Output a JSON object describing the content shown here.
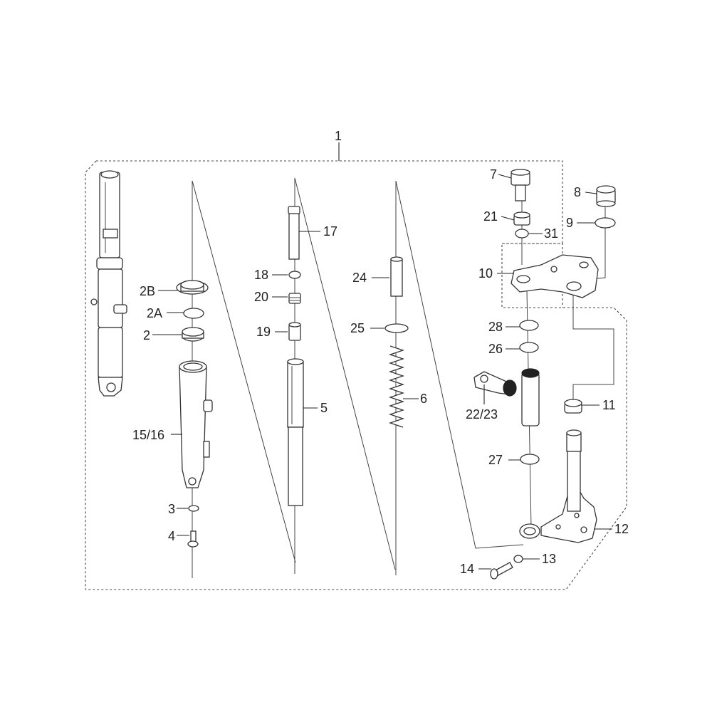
{
  "diagram": {
    "labels": {
      "p1": "1",
      "p2": "2",
      "p2a": "2A",
      "p2b": "2B",
      "p3": "3",
      "p4": "4",
      "p5": "5",
      "p6": "6",
      "p7": "7",
      "p8": "8",
      "p9": "9",
      "p10": "10",
      "p11": "11",
      "p12": "12",
      "p13": "13",
      "p14": "14",
      "p15_16": "15/16",
      "p17": "17",
      "p18": "18",
      "p19": "19",
      "p20": "20",
      "p21": "21",
      "p22_23": "22/23",
      "p24": "24",
      "p25": "25",
      "p26": "26",
      "p27": "27",
      "p28": "28",
      "p31": "31"
    }
  }
}
